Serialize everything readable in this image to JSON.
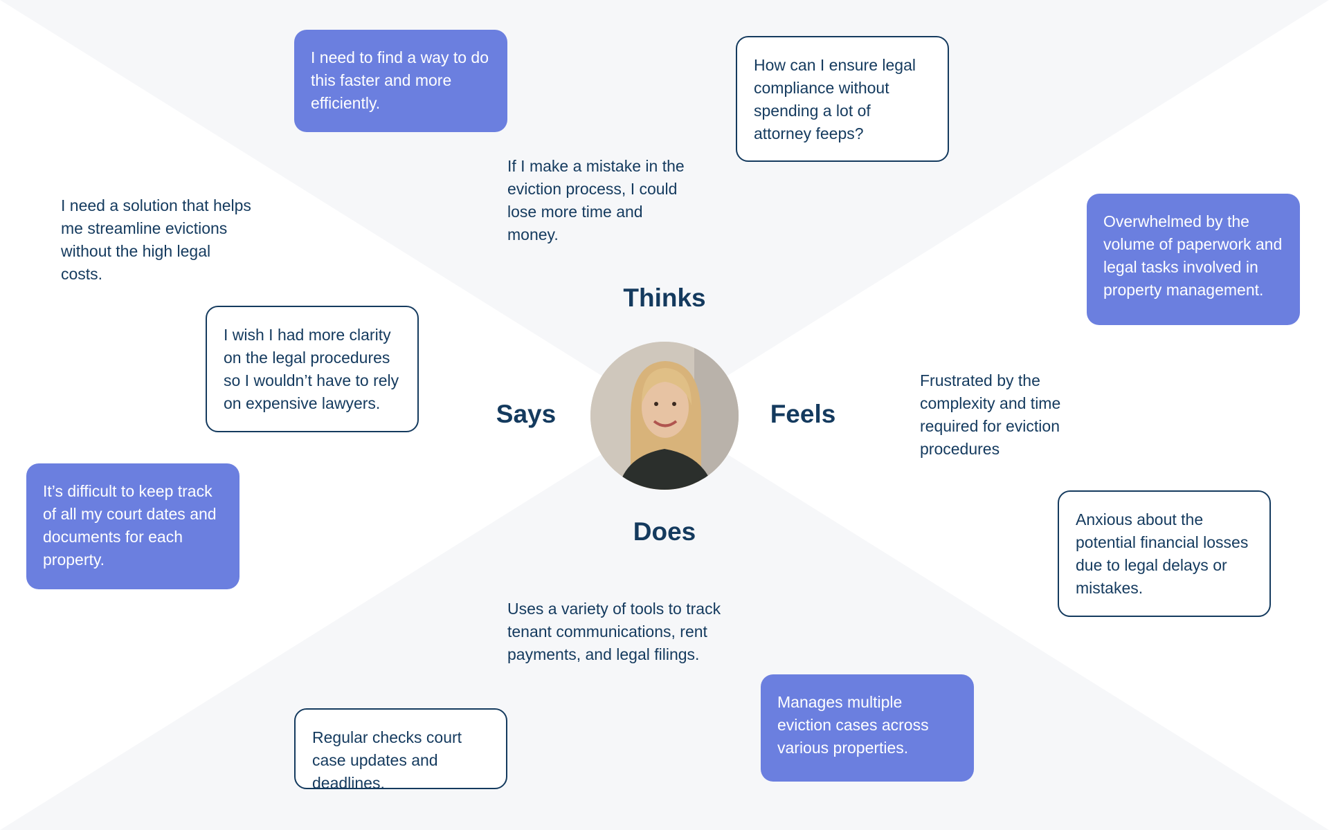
{
  "labels": {
    "thinks": "Thinks",
    "says": "Says",
    "feels": "Feels",
    "does": "Does"
  },
  "cards": {
    "says_1": "I need to find a way to do this faster and more efficiently.",
    "says_2": "I need a solution that helps me streamline evictions without the high legal costs.",
    "says_3": "I wish I had more clarity on the legal procedures so I wouldn’t have to rely on expensive lawyers.",
    "says_4": "It’s difficult to keep track of all my court dates and documents for each property.",
    "thinks_1": "How can I ensure legal compliance without spending a lot of attorney feeps?",
    "thinks_2": "If I make a mistake in the eviction process, I could lose more time and money.",
    "feels_1": "Overwhelmed by the volume of paperwork and legal tasks involved in property management.",
    "feels_2": "Frustrated by the complexity and time required for eviction procedures",
    "feels_3": "Anxious about the potential financial losses due to legal delays or mistakes.",
    "does_1": "Uses a variety of tools to track tenant communications, rent payments, and legal filings.",
    "does_2": "Regular checks court case updates and deadlines.",
    "does_3": "Manages multiple eviction cases across various properties."
  },
  "colors": {
    "filled_card": "#6b7fdf",
    "outline_border": "#143a5e",
    "text_dark": "#143a5e",
    "quadrant_tint": "#f6f7f9"
  },
  "icons": {
    "avatar": "person-photo-icon"
  }
}
